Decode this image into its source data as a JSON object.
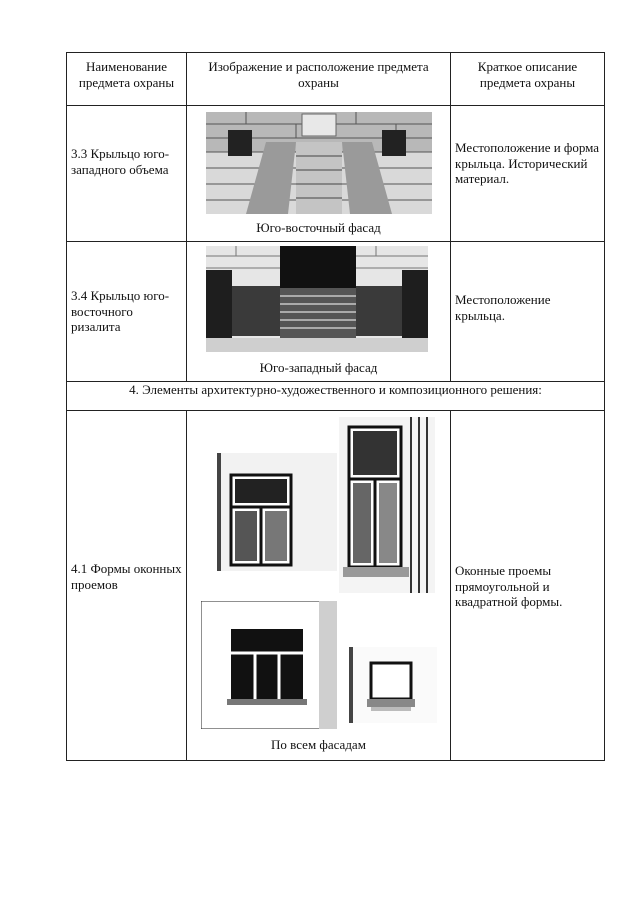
{
  "header": {
    "col1": "Наименование предмета охраны",
    "col2": "Изображение и расположение предмета охраны",
    "col3": "Краткое описание предмета охраны"
  },
  "rows": [
    {
      "name": "3.3 Крыльцо юго-западного объема",
      "caption": "Юго-восточный фасад",
      "description": "Местоположение и форма крыльца. Исторический материал."
    },
    {
      "name": "3.4 Крыльцо юго-восточного ризалита",
      "caption": "Юго-западный фасад",
      "description": "Местоположение крыльца."
    }
  ],
  "section": "4. Элементы архитектурно-художественного и композиционного решения:",
  "row41": {
    "name": "4.1 Формы оконных проемов",
    "caption": "По всем фасадам",
    "description": "Оконные проемы прямоугольной и квадратной формы."
  }
}
